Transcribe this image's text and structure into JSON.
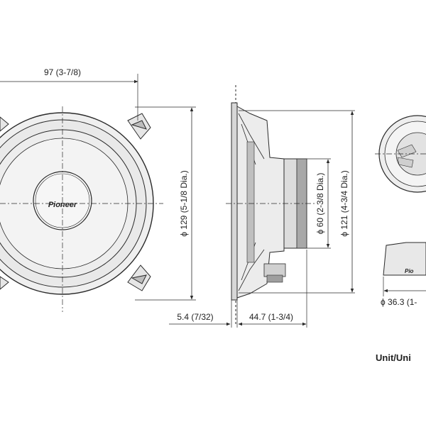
{
  "dimensions": {
    "mounting_depth_top": "97 (3-7/8)",
    "outer_diameter": "ϕ 129 (5-1/8 Dia.)",
    "cutout_diameter": "ϕ 121 (4-3/4 Dia.)",
    "magnet_diameter": "ϕ 60 (2-3/8 Dia.)",
    "flange_thickness": "5.4 (7/32)",
    "body_depth": "44.7 (1-3/4)",
    "tweeter_diameter": "ϕ 36.3 (1-"
  },
  "brand_logo_text": "Pioneer",
  "unit_label": "Unit/Uni",
  "colors": {
    "stroke": "#2a2a2a",
    "fill_light": "#f2f2f2",
    "fill_mid": "#d9d9d9",
    "fill_dark": "#9a9a9a"
  }
}
